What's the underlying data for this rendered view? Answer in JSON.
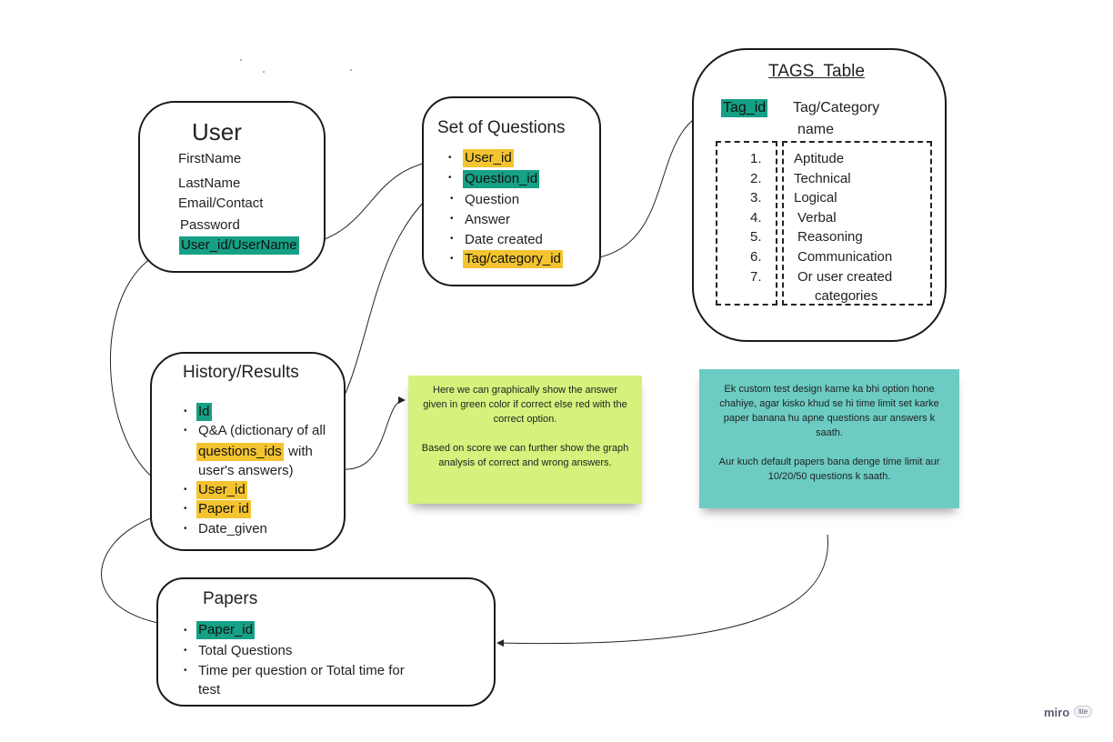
{
  "user": {
    "title": "User",
    "fields": [
      "FirstName",
      "LastName",
      "Email/Contact",
      "Password",
      "User_id/UserName"
    ]
  },
  "questions": {
    "title": "Set of Questions",
    "fields": [
      "User_id",
      "Question_id",
      "Question",
      "Answer",
      "Date created",
      "Tag/category_id"
    ]
  },
  "tags": {
    "title": "TAGS  Table",
    "tag_id": "Tag_id",
    "name_header_line1": "Tag/Category",
    "name_header_line2": "name",
    "numbers": [
      "1.",
      "2.",
      "3.",
      "4.",
      "5.",
      "6.",
      "7."
    ],
    "names": [
      "Aptitude",
      "Technical",
      "Logical",
      "Verbal",
      "Reasoning",
      "Communication",
      "Or user created",
      "categories"
    ]
  },
  "history": {
    "title": "History/Results",
    "id": "Id",
    "qa_line1": "Q&A (dictionary of all",
    "qa_hl": "questions_ids",
    "qa_line2_rest": " with",
    "qa_line3": "user's answers)",
    "user_id": "User_id",
    "paper_id": "Paper id",
    "date": "Date_given"
  },
  "papers": {
    "title": "Papers",
    "paper_id": "Paper_id",
    "total": "Total Questions",
    "time_line1": "Time per question or Total time for",
    "time_line2": "test"
  },
  "note_green": {
    "p1": "Here we can graphically show the answer given in green color if correct else red with the correct option.",
    "p2": "Based on score we can further show the graph analysis of correct and wrong answers."
  },
  "note_teal": {
    "p1": "Ek custom test design karne ka bhi option hone chahiye, agar kisko khud se hi time limit set karke paper banana hu apne questions aur answers k saath.",
    "p2": "Aur kuch default papers bana denge time limit aur 10/20/50 questions k saath."
  },
  "branding": {
    "name": "miro",
    "badge": "lite"
  },
  "colors": {
    "green_highlight": "#16a085",
    "yellow_highlight": "#f4c430",
    "note_green": "#d4f27c",
    "note_teal": "#6cccc4"
  }
}
